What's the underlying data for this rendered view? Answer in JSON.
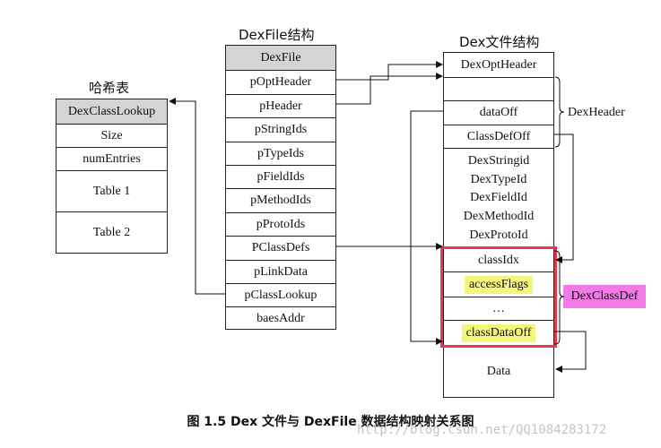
{
  "hash_table": {
    "title": "哈希表",
    "header": "DexClassLookup",
    "rows": [
      "Size",
      "numEntries",
      "Table 1",
      "Table 2"
    ]
  },
  "dexfile_struct": {
    "title": "DexFile结构",
    "header": "DexFile",
    "fields": [
      "pOptHeader",
      "pHeader",
      "pStringIds",
      "pTypeIds",
      "pFieldIds",
      "pMethodIds",
      "pProtoIds",
      "PClassDefs",
      "pLinkData",
      "pClassLookup",
      "baesAddr"
    ]
  },
  "dex_file": {
    "title": "Dex文件结构",
    "opt_header": "DexOptHeader",
    "empty_row": "",
    "data_off": "dataOff",
    "class_def_off": "ClassDefOff",
    "id_list": [
      "DexStringid",
      "DexTypeId",
      "DexFieldId",
      "DexMethodId",
      "DexProtoId"
    ],
    "class_def_rows": [
      "classIdx",
      "accessFlags",
      "…",
      "classDataOff"
    ],
    "data": "Data"
  },
  "labels": {
    "dex_header": "DexHeader",
    "dex_class_def": "DexClassDef"
  },
  "caption": "图 1.5   Dex 文件与 DexFile 数据结构映射关系图",
  "watermark": "http://blog.csdn.net/QQ1084283172",
  "colors": {
    "highlight_yellow": "#f4f57a",
    "frame_red": "#e8394a",
    "label_pink": "#f27ae6",
    "header_gray": "#d4d4d4"
  }
}
